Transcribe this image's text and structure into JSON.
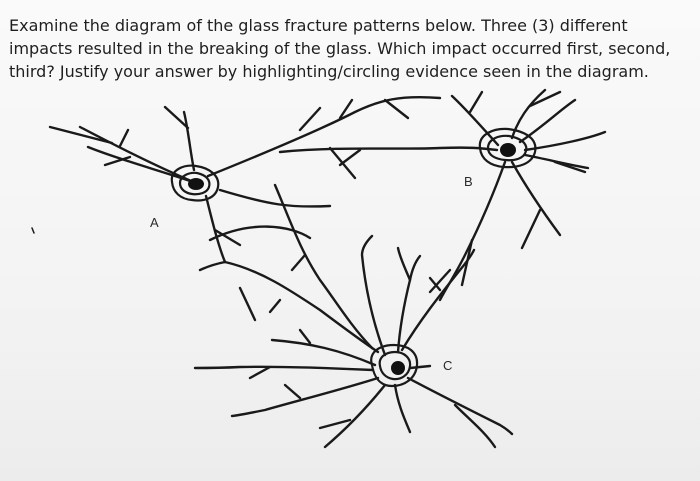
{
  "question": {
    "text": "Examine the diagram of the glass fracture patterns below. Three (3) different impacts resulted in the breaking of the glass. Which impact occurred first, second, third? Justify your answer by highlighting/circling evidence seen in the diagram."
  },
  "diagram": {
    "impacts": [
      {
        "label": "A"
      },
      {
        "label": "B"
      },
      {
        "label": "C"
      }
    ]
  }
}
